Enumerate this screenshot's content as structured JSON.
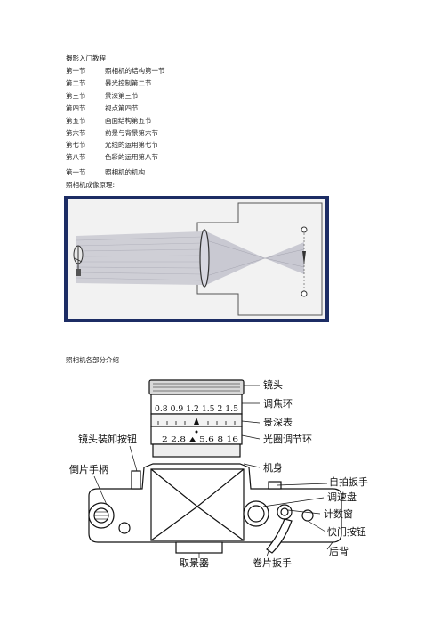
{
  "doc_title": "摄影入门教程",
  "toc": [
    {
      "num": "第一节",
      "title": "照相机的结构第一节"
    },
    {
      "num": "第二节",
      "title": "暴光控制第二节"
    },
    {
      "num": "第三节",
      "title": "景深第三节"
    },
    {
      "num": "第四节",
      "title": "视点第四节"
    },
    {
      "num": "第五节",
      "title": "画面结构第五节"
    },
    {
      "num": "第六节",
      "title": "前景与背景第六节"
    },
    {
      "num": "第七节",
      "title": "光线的运用第七节"
    },
    {
      "num": "第八节",
      "title": "色彩的运用第八节"
    }
  ],
  "section": {
    "num": "第一节",
    "title": "照相机的机构"
  },
  "principle_label": "照相机成像原理:",
  "parts_label": "照相机各部分介绍",
  "camera": {
    "focus_scale": "0.8 0.9   1.2   1.5 2  1.5",
    "aperture_scale": "2   2.8  ▲ 5.6   8   16",
    "labels": {
      "lens": "镜头",
      "focus_ring": "调焦环",
      "dof_scale": "景深表",
      "aperture_ring": "光圈调节环",
      "body": "机身",
      "self_timer": "自拍扳手",
      "shutter_dial": "调速盘",
      "counter": "计数窗",
      "shutter_button": "快门按钮",
      "back": "后背",
      "lens_release": "镜头装卸按钮",
      "rewind_crank": "倒片手柄",
      "viewfinder": "取景器",
      "advance_lever": "卷片扳手"
    }
  },
  "colors": {
    "diagram_bg": "#1c2c64",
    "ray": "#c7c7cf",
    "ink": "#111111"
  }
}
